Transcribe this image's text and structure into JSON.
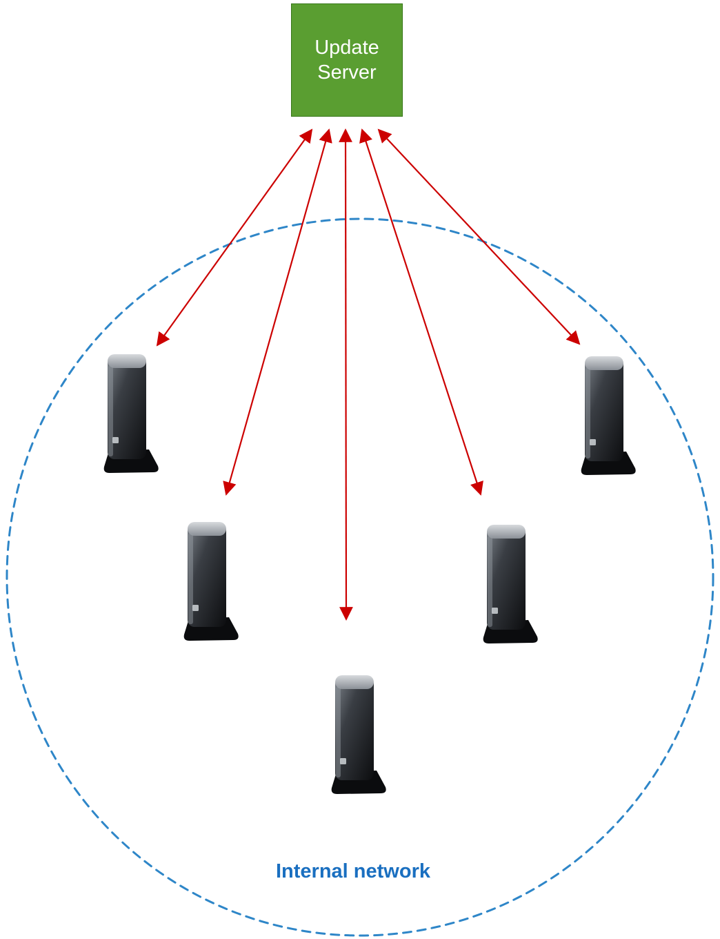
{
  "diagram": {
    "server_label": "Update Server",
    "network_label": "Internal network",
    "client_count": 5,
    "client_icon": "thin-client-tower-icon",
    "arrow_count": 5,
    "arrow_style": "bidirectional"
  },
  "colors": {
    "server_fill": "#5A9E31",
    "server_border": "#38771A",
    "server_text": "#FFFFFF",
    "arrow": "#CC0000",
    "network_stroke": "#2E86C8",
    "network_text": "#1A6FC0",
    "background": "#FFFFFF"
  }
}
